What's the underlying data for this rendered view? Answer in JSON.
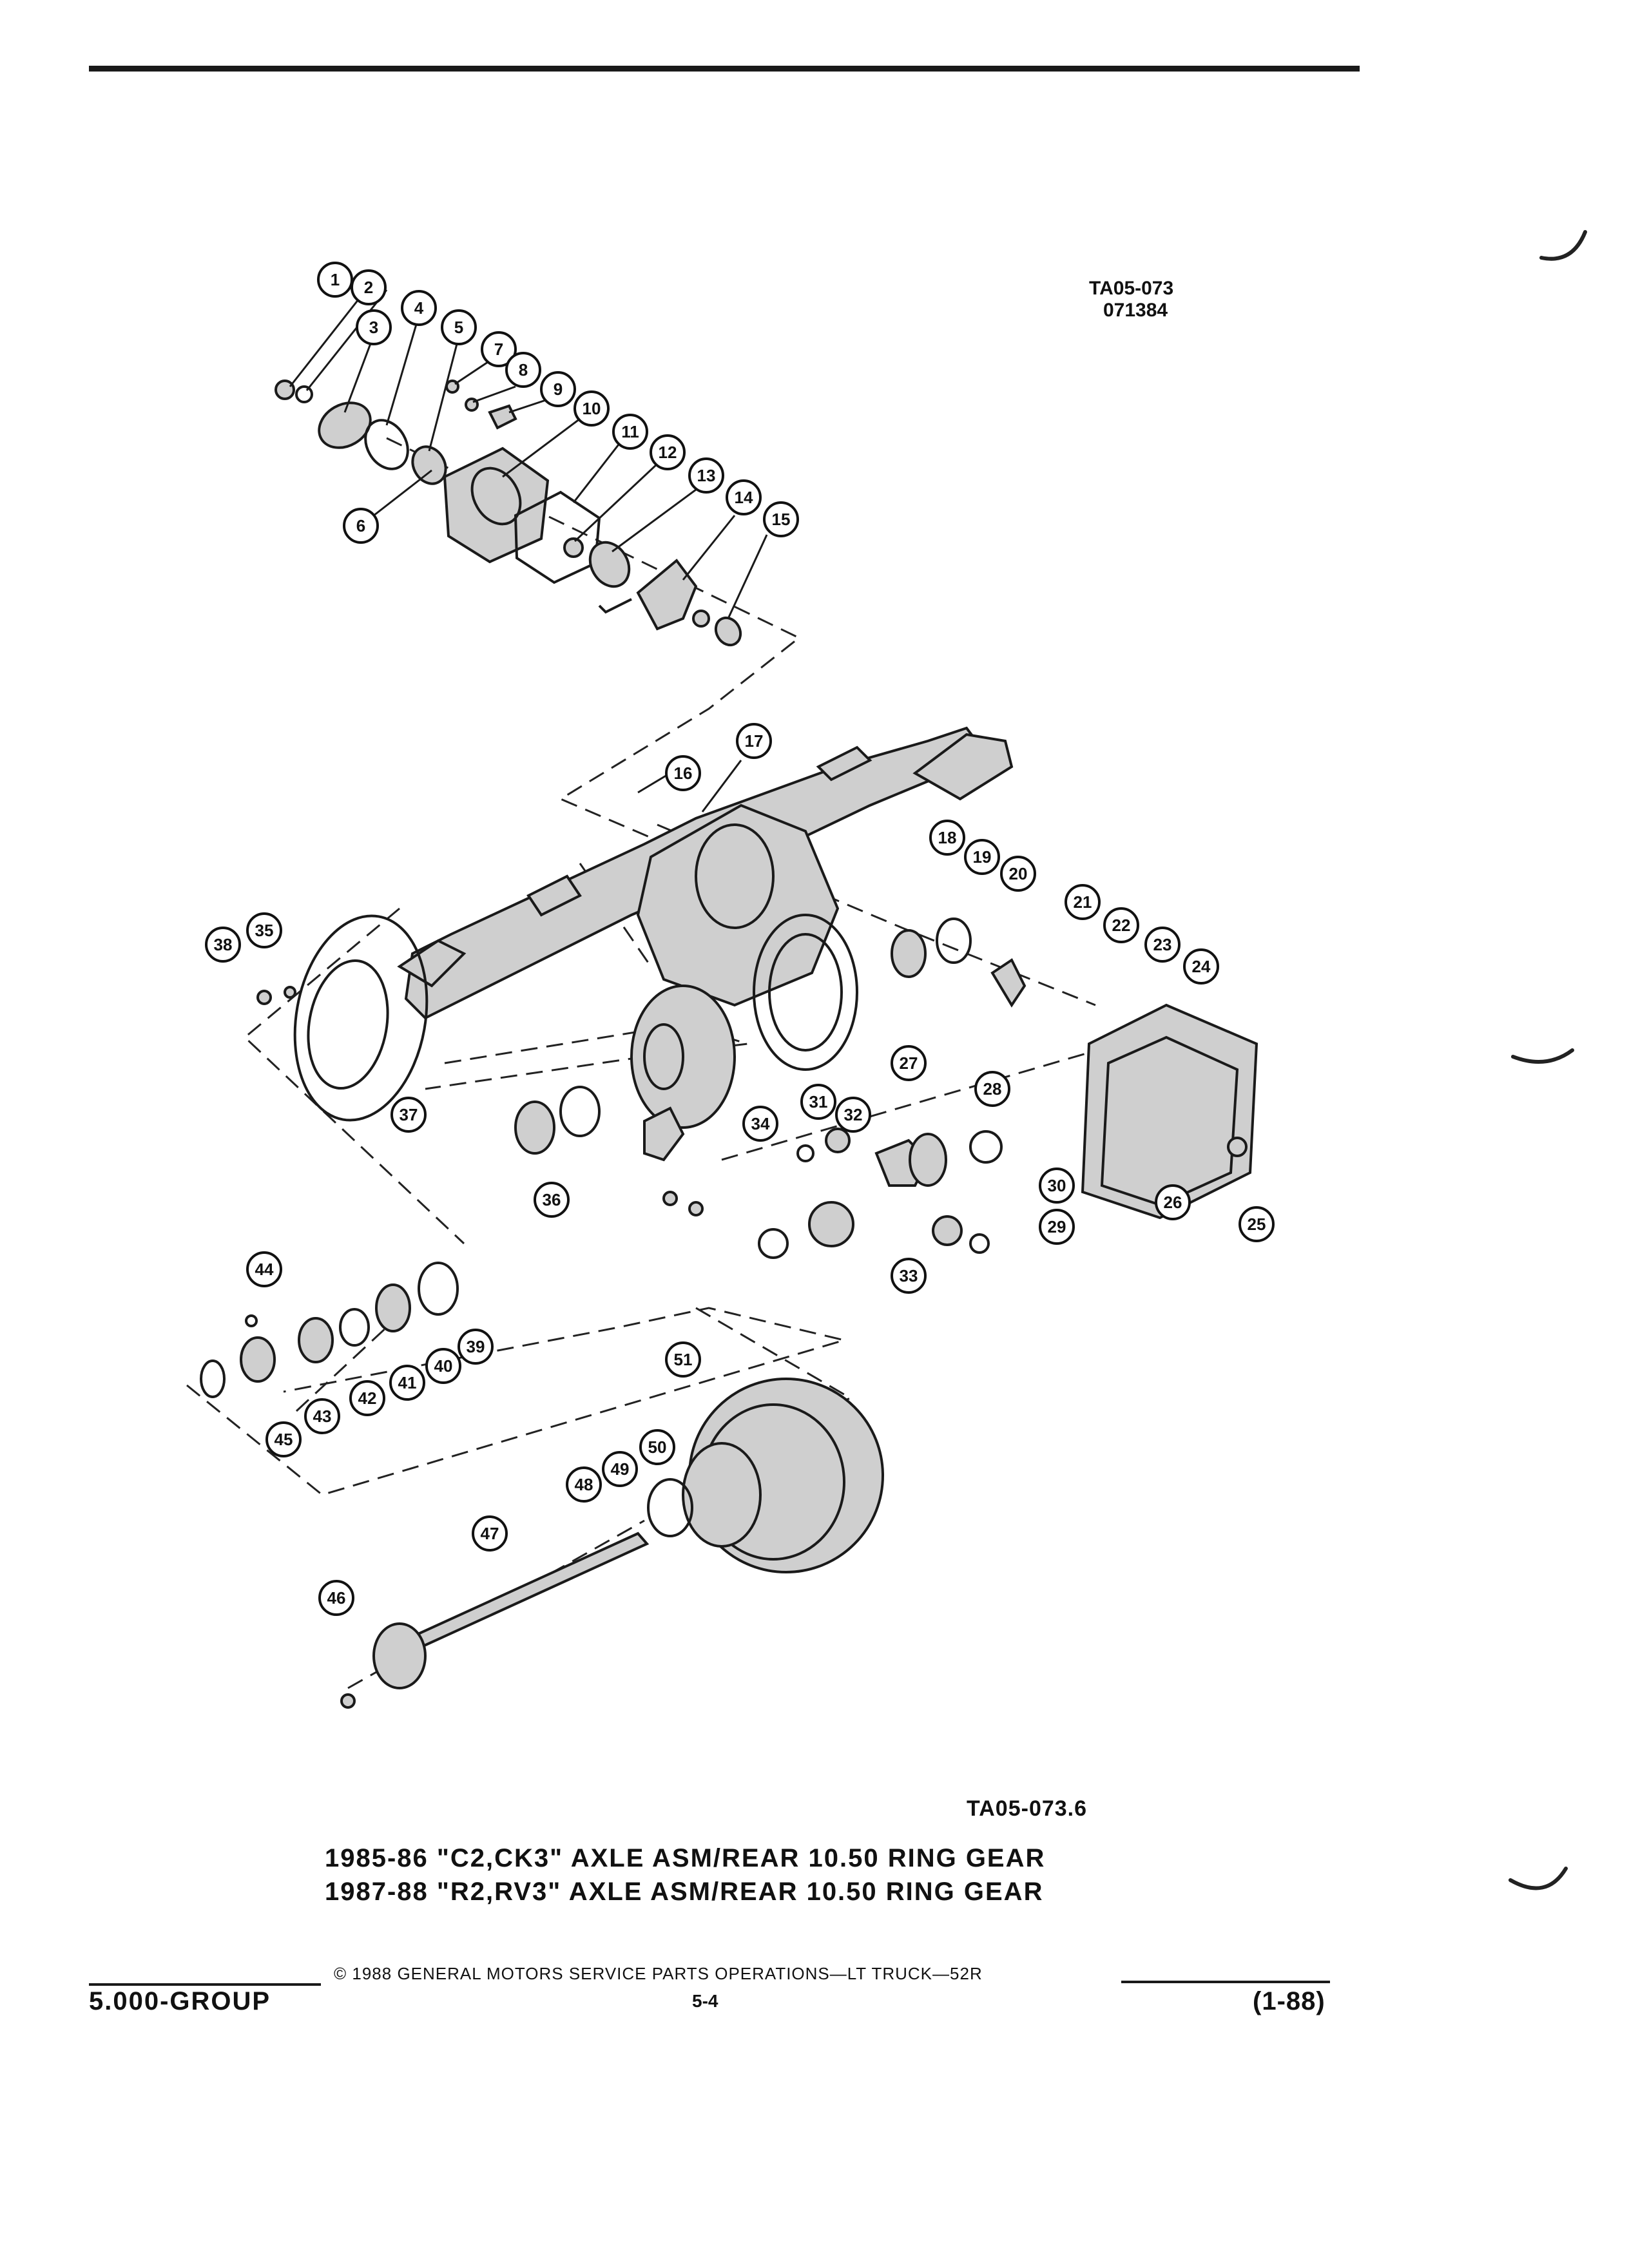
{
  "figure": {
    "code": "TA05-073",
    "date_code": "071384",
    "reference": "TA05-073.6"
  },
  "title": {
    "line1": "1985-86 \"C2,CK3\" AXLE ASM/REAR 10.50 RING GEAR",
    "line2": "1987-88 \"R2,RV3\" AXLE ASM/REAR 10.50 RING GEAR"
  },
  "footer": {
    "copyright": "© 1988 GENERAL MOTORS SERVICE PARTS OPERATIONS—LT TRUCK—52R",
    "group": "5.000-GROUP",
    "page": "5-4",
    "revision": "(1-88)"
  },
  "callouts": [
    "1",
    "2",
    "3",
    "4",
    "5",
    "6",
    "7",
    "8",
    "9",
    "10",
    "11",
    "12",
    "13",
    "14",
    "15",
    "16",
    "17",
    "18",
    "19",
    "20",
    "21",
    "22",
    "23",
    "24",
    "25",
    "26",
    "27",
    "28",
    "29",
    "30",
    "31",
    "32",
    "33",
    "34",
    "35",
    "36",
    "37",
    "38",
    "39",
    "40",
    "41",
    "42",
    "43",
    "44",
    "45",
    "46",
    "47",
    "48",
    "49",
    "50",
    "51"
  ]
}
